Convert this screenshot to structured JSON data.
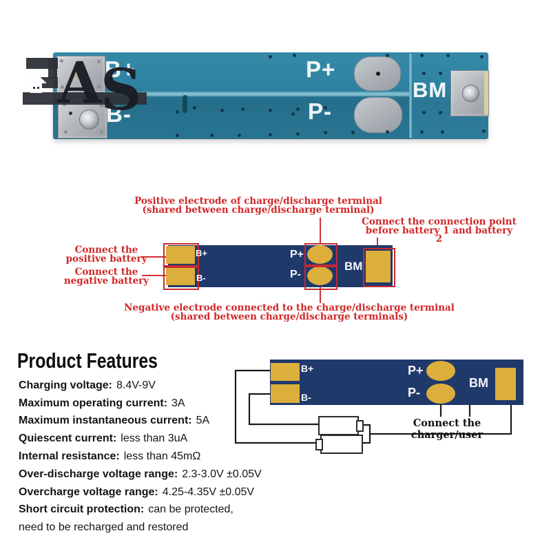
{
  "watermark": {
    "letter_a": "A",
    "letter_s": "S"
  },
  "board_labels": {
    "b_plus": "B+",
    "b_minus": "B-",
    "p_plus": "P+",
    "p_minus": "P-",
    "bm": "BM"
  },
  "middle_diagram": {
    "annotation_top_line1": "Positive electrode of charge/discharge terminal",
    "annotation_top_line2": "(shared between charge/discharge terminal)",
    "annotation_right_line1": "Connect the connection point",
    "annotation_right_line2": "before battery 1 and battery 2",
    "annotation_left_pos_line1": "Connect the",
    "annotation_left_pos_line2": "positive battery",
    "annotation_left_neg_line1": "Connect the",
    "annotation_left_neg_line2": "negative battery",
    "annotation_bottom_line1": "Negative electrode connected to the charge/discharge terminal",
    "annotation_bottom_line2": "(shared between charge/discharge terminals)"
  },
  "features": {
    "title": "Product Features",
    "items": [
      {
        "label": "Charging voltage:",
        "value": "8.4V-9V"
      },
      {
        "label": "Maximum operating current:",
        "value": "3A"
      },
      {
        "label": "Maximum instantaneous current:",
        "value": "5A"
      },
      {
        "label": "Quiescent current:",
        "value": "less than 3uA"
      },
      {
        "label": "Internal resistance:",
        "value": "less than 45mΩ"
      },
      {
        "label": "Over-discharge voltage range:",
        "value": "2.3-3.0V ±0.05V"
      },
      {
        "label": "Overcharge voltage range:",
        "value": "4.25-4.35V ±0.05V"
      },
      {
        "label": "Short circuit protection:",
        "value": "can be protected,"
      }
    ],
    "continuation": "need to be recharged and restored"
  },
  "wiring": {
    "caption": "Connect the charger/user"
  },
  "colors": {
    "pcb_teal": "#2e7d9b",
    "diagram_navy": "#20396b",
    "pad_gold": "#dcae3c",
    "annotation_red": "#d02828"
  }
}
